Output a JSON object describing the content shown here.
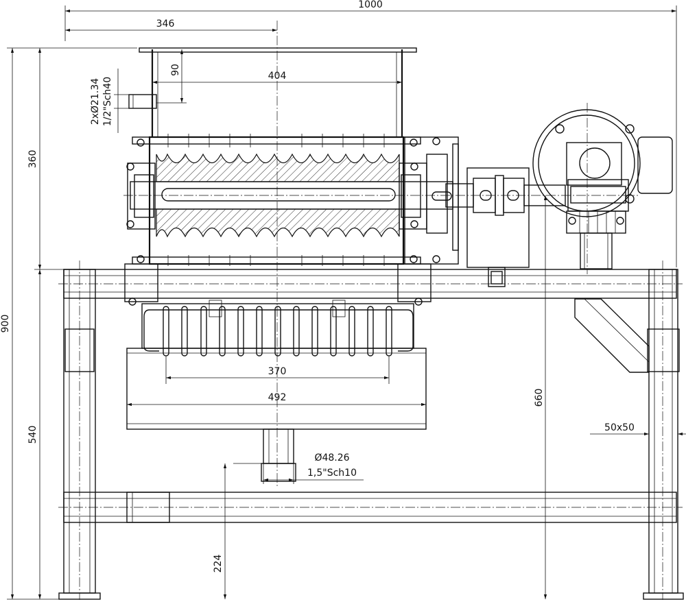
{
  "dimensions": {
    "overall_width": "1000",
    "center_offset": "346",
    "hopper_height": "90",
    "inner_width": "404",
    "nozzle_size": "2xØ21.34",
    "nozzle_schedule": "1/2\"Sch40",
    "upper_height": "360",
    "overall_height": "900",
    "lower_height": "540",
    "heater_span": "370",
    "trough_width": "492",
    "motor_height": "660",
    "profile": "50x50",
    "outlet_diameter": "Ø48.26",
    "outlet_schedule": "1,5\"Sch10",
    "outlet_height": "224"
  }
}
